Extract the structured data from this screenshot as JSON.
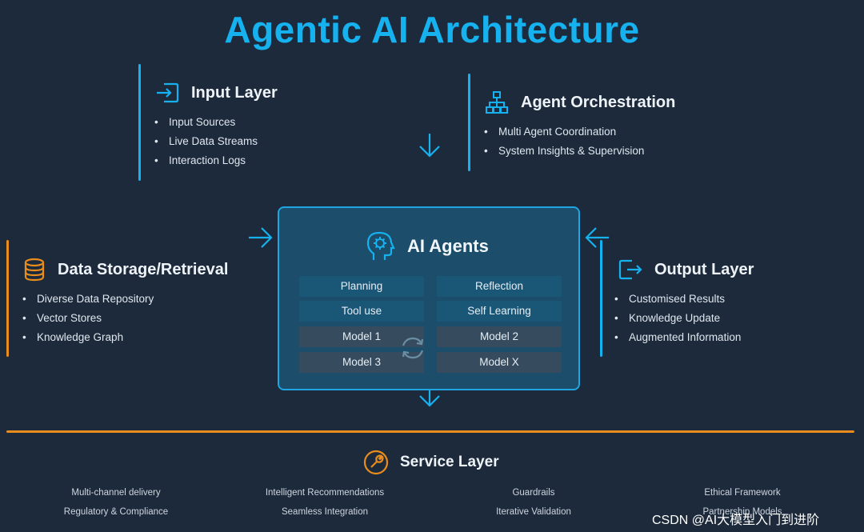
{
  "title": "Agentic AI Architecture",
  "colors": {
    "accent_blue": "#16b1ef",
    "accent_orange": "#e88c1e",
    "background": "#1d2a3b"
  },
  "input_layer": {
    "icon": "input-arrow-icon",
    "title": "Input Layer",
    "items": [
      "Input Sources",
      "Live Data Streams",
      "Interaction Logs"
    ]
  },
  "agent_orchestration": {
    "icon": "hierarchy-icon",
    "title": "Agent Orchestration",
    "items": [
      "Multi Agent Coordination",
      "System Insights & Supervision"
    ]
  },
  "data_storage": {
    "icon": "database-icon",
    "title": "Data Storage/Retrieval",
    "items": [
      "Diverse Data Repository",
      "Vector Stores",
      "Knowledge Graph"
    ]
  },
  "output_layer": {
    "icon": "output-arrow-icon",
    "title": "Output Layer",
    "items": [
      "Customised Results",
      "Knowledge Update",
      "Augmented Information"
    ]
  },
  "ai_agents": {
    "icon": "head-gear-icon",
    "title": "AI Agents",
    "cells": [
      "Planning",
      "Reflection",
      "Tool use",
      "Self Learning",
      "Model 1",
      "Model 2",
      "Model 3",
      "Model X"
    ]
  },
  "service_layer": {
    "icon": "wrench-icon",
    "title": "Service Layer",
    "items": [
      "Multi-channel delivery",
      "Intelligent Recommendations",
      "Guardrails",
      "Ethical Framework",
      "Regulatory & Compliance",
      "Seamless Integration",
      "Iterative Validation",
      "Partnership Models"
    ]
  },
  "watermark": "CSDN @AI大模型入门到进阶"
}
